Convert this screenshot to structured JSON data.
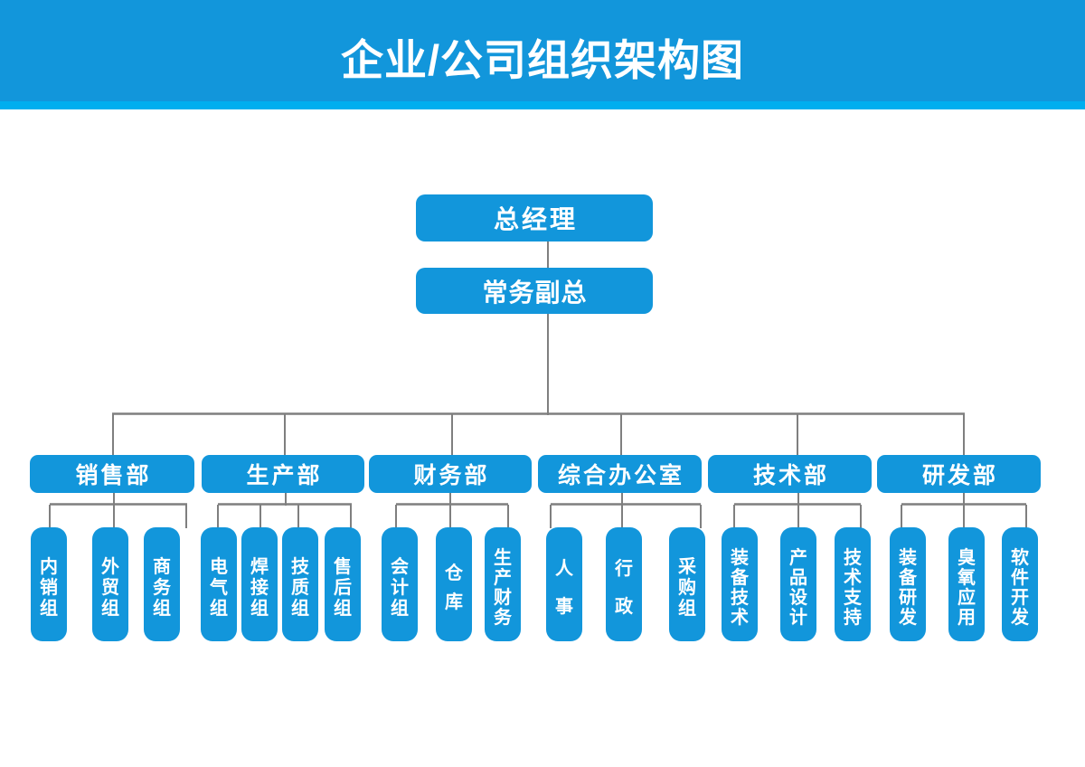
{
  "header": {
    "title": "企业/公司组织架构图",
    "background_color": "#1296db",
    "accent_strip_color": "#00aeef"
  },
  "chart": {
    "node_color": "#1296db",
    "line_color": "#7f7f7f",
    "root": "总经理",
    "deputy": "常务副总",
    "departments": [
      {
        "label": "销售部",
        "children": [
          "内销组",
          "外贸组",
          "商务组"
        ]
      },
      {
        "label": "生产部",
        "children": [
          "电气组",
          "焊接组",
          "技质组",
          "售后组"
        ]
      },
      {
        "label": "财务部",
        "children": [
          "会计组",
          "仓库",
          "生产财务"
        ]
      },
      {
        "label": "综合办公室",
        "children": [
          "人事",
          "行政",
          "采购组"
        ]
      },
      {
        "label": "技术部",
        "children": [
          "装备技术",
          "产品设计",
          "技术支持"
        ]
      },
      {
        "label": "研发部",
        "children": [
          "装备研发",
          "臭氧应用",
          "软件开发"
        ]
      }
    ]
  }
}
